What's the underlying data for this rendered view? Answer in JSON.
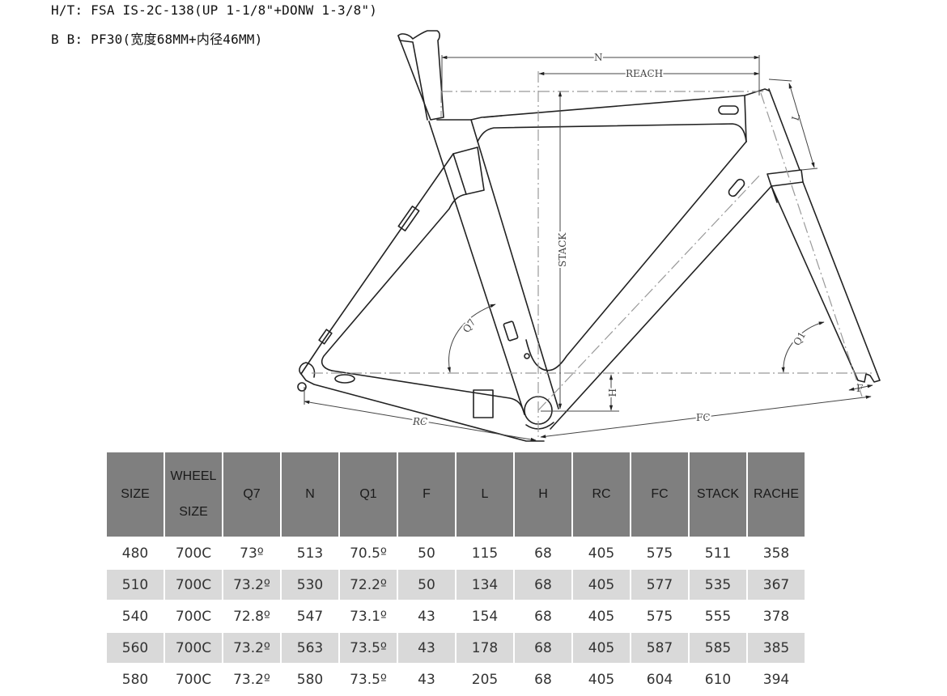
{
  "specs": {
    "head_tube": "H/T: FSA IS-2C-138(UP 1-1/8\"+DONW 1-3/8\")",
    "bottom_bracket": "B B: PF30(宽度68MM+内径46MM)"
  },
  "diagram": {
    "labels": {
      "n": "N",
      "reach": "REACH",
      "stack": "STACK",
      "l": "L",
      "q7": "Q7",
      "q1": "Q1",
      "h": "H",
      "f": "F",
      "rc": "RC",
      "fc": "FC"
    }
  },
  "table": {
    "headers": [
      {
        "line1": "SIZE",
        "line2": ""
      },
      {
        "line1": "WHEEL",
        "line2": "SIZE"
      },
      {
        "line1": "Q7",
        "line2": ""
      },
      {
        "line1": "N",
        "line2": ""
      },
      {
        "line1": "Q1",
        "line2": ""
      },
      {
        "line1": "F",
        "line2": ""
      },
      {
        "line1": "L",
        "line2": ""
      },
      {
        "line1": "H",
        "line2": ""
      },
      {
        "line1": "RC",
        "line2": ""
      },
      {
        "line1": "FC",
        "line2": ""
      },
      {
        "line1": "STACK",
        "line2": ""
      },
      {
        "line1": "RACHE",
        "line2": ""
      }
    ],
    "rows": [
      [
        "480",
        "700C",
        "73º",
        "513",
        "70.5º",
        "50",
        "115",
        "68",
        "405",
        "575",
        "511",
        "358"
      ],
      [
        "510",
        "700C",
        "73.2º",
        "530",
        "72.2º",
        "50",
        "134",
        "68",
        "405",
        "577",
        "535",
        "367"
      ],
      [
        "540",
        "700C",
        "72.8º",
        "547",
        "73.1º",
        "43",
        "154",
        "68",
        "405",
        "575",
        "555",
        "378"
      ],
      [
        "560",
        "700C",
        "73.2º",
        "563",
        "73.5º",
        "43",
        "178",
        "68",
        "405",
        "587",
        "585",
        "385"
      ],
      [
        "580",
        "700C",
        "73.2º",
        "580",
        "73.5º",
        "43",
        "205",
        "68",
        "405",
        "604",
        "610",
        "394"
      ]
    ],
    "colors": {
      "header_bg": "#7f7f7f",
      "alt_row_bg": "#d9d9d9",
      "row_bg": "#ffffff"
    }
  }
}
